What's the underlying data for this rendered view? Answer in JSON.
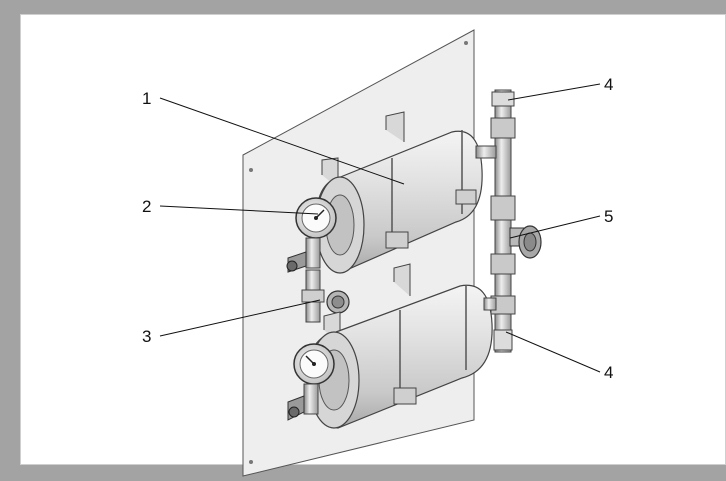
{
  "callouts": {
    "c1": "1",
    "c2": "2",
    "c3": "3",
    "c4_top": "4",
    "c5": "5",
    "c4_bottom": "4"
  }
}
